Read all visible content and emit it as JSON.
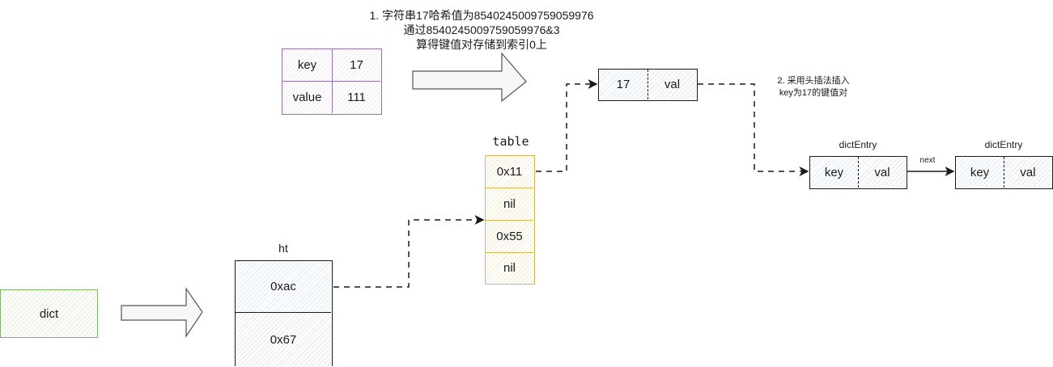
{
  "annotations": {
    "step1": [
      "1. 字符串17哈希值为8540245009759059976",
      "通过8540245009759059976&3",
      "算得键值对存储到索引0上"
    ],
    "step2": [
      "2. 采用头插法插入",
      "key为17的键值对"
    ]
  },
  "kv_table": {
    "rows": [
      {
        "label": "key",
        "value": "17"
      },
      {
        "label": "value",
        "value": "111"
      }
    ]
  },
  "new_entry": {
    "key": "17",
    "val": "val"
  },
  "table": {
    "title": "table",
    "slots": [
      "0x11",
      "nil",
      "0x55",
      "nil"
    ]
  },
  "ht": {
    "title": "ht",
    "slots": [
      "0xac",
      "0x67"
    ]
  },
  "dict": {
    "label": "dict"
  },
  "entries": [
    {
      "title": "dictEntry",
      "key": "key",
      "val": "val"
    },
    {
      "title": "dictEntry",
      "key": "key",
      "val": "val"
    }
  ],
  "next_label": "next",
  "colors": {
    "purple": "#9673a6",
    "yellow": "#d6b656",
    "green": "#82b366",
    "dark": "#1a1a1a",
    "blue_fill": "#dae8fc"
  }
}
